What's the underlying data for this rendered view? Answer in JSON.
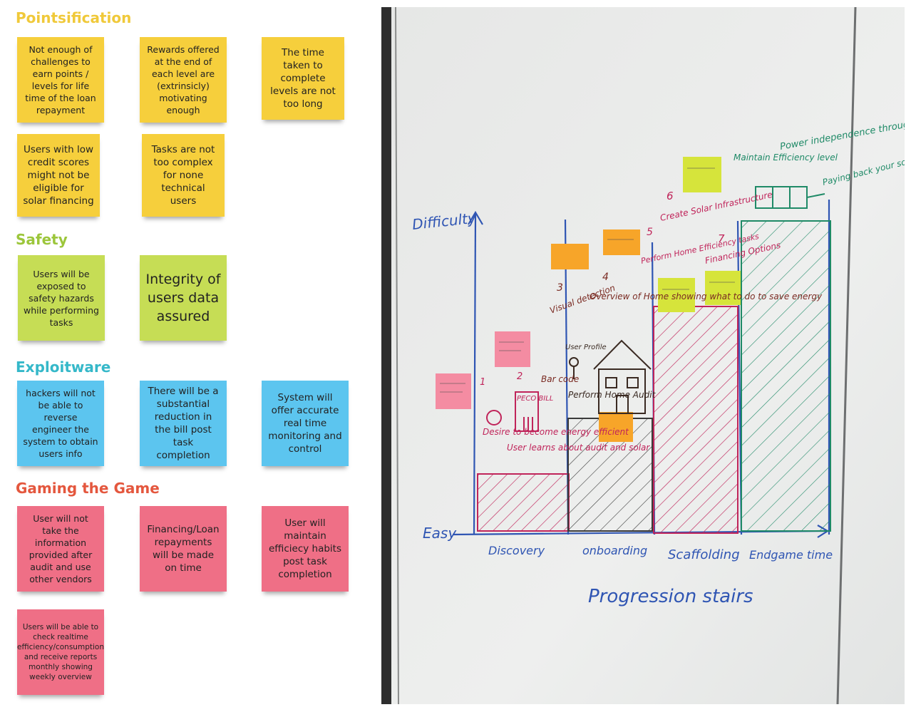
{
  "sections": [
    {
      "title": "Pointsification",
      "color": "#f0c93a",
      "notes": [
        "Not enough of challenges to earn points / levels for life time of the loan repayment",
        "Rewards offered at the end of each level are (extrinsicly) motivating enough",
        "The time taken to complete levels are not too long",
        "Users with low credit scores might not be eligible for solar financing",
        "Tasks are not too complex for none technical users"
      ]
    },
    {
      "title": "Safety",
      "color": "#9cc63b",
      "notes": [
        "Users will be exposed to safety hazards while performing tasks",
        "Integrity of users data assured"
      ]
    },
    {
      "title": "Exploitware",
      "color": "#35b8c9",
      "notes": [
        "hackers will not be able to reverse engineer the system to obtain users info",
        "There will be a substantial reduction in the bill post task completion",
        "System will offer accurate real time monitoring and control"
      ]
    },
    {
      "title": "Gaming the Game",
      "color": "#e4573e",
      "notes": [
        "User will not take the information provided after audit and use other vendors",
        "Financing/Loan repayments will be made on time",
        "User will maintain efficiecy habits post task completion",
        "Users will be able to check realtime efficiency/consumption and receive reports monthly showing weekly overview"
      ]
    }
  ],
  "whiteboard": {
    "y_axis_label": "Difficulty",
    "y_axis_low": "Easy",
    "x_axis_title": "Progression stairs",
    "stages": [
      "Discovery",
      "onboarding",
      "Scaffolding",
      "Endgame time"
    ],
    "steps": [
      "1",
      "Desire to become energy efficient",
      "2",
      "PECO BILL",
      "Bar code",
      "User learns about audit and solar",
      "3",
      "Visual detection",
      "4",
      "Overview of Home showing what to do to save energy",
      "User Profile",
      "Perform Home Audit",
      "5",
      "Perform Home Efficiency tasks",
      "6",
      "Create Solar Infrastructure",
      "7",
      "Financing Options",
      "Maintain Efficiency level",
      "Power independence through solar",
      "Paying back your solar loan"
    ],
    "colors": {
      "board": "#e9ebea",
      "blue": "#2f55b3",
      "magenta": "#c0245a",
      "maroon": "#7a2a22",
      "green": "#1f8a67"
    }
  }
}
